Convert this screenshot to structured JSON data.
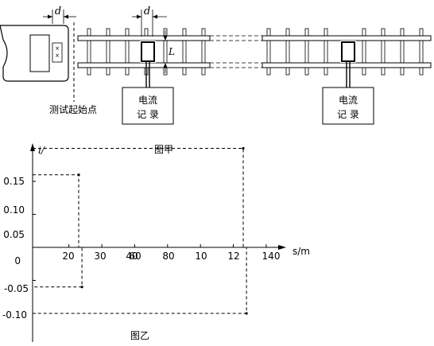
{
  "figure_top": {
    "label_d1": "d",
    "label_d2": "d",
    "label_L": "L",
    "start_label": "测试起始点",
    "recorder1_line1": "电流",
    "recorder1_line2": "记 录",
    "recorder2_line1": "电流",
    "recorder2_line2": "记 录",
    "caption": "图甲"
  },
  "chart_data": {
    "type": "line",
    "ylabel": "i/",
    "xlabel": "s/m",
    "xticks": [
      "20",
      "30",
      "40",
      "60",
      "80",
      "10",
      "12",
      "140"
    ],
    "yticks": [
      "0.15",
      "0.10",
      "0.05",
      "0",
      "-0.05",
      "-0.10"
    ],
    "series": [
      {
        "points": [
          [
            0,
            0.11
          ],
          [
            28,
            0.11
          ],
          [
            28,
            0
          ],
          [
            30,
            0
          ],
          [
            30,
            -0.06
          ],
          [
            0,
            -0.06
          ]
        ]
      },
      {
        "points": [
          [
            0,
            0.15
          ],
          [
            128,
            0.15
          ],
          [
            128,
            0
          ],
          [
            130,
            0
          ],
          [
            130,
            -0.1
          ],
          [
            0,
            -0.1
          ]
        ]
      }
    ],
    "caption": "图乙"
  }
}
